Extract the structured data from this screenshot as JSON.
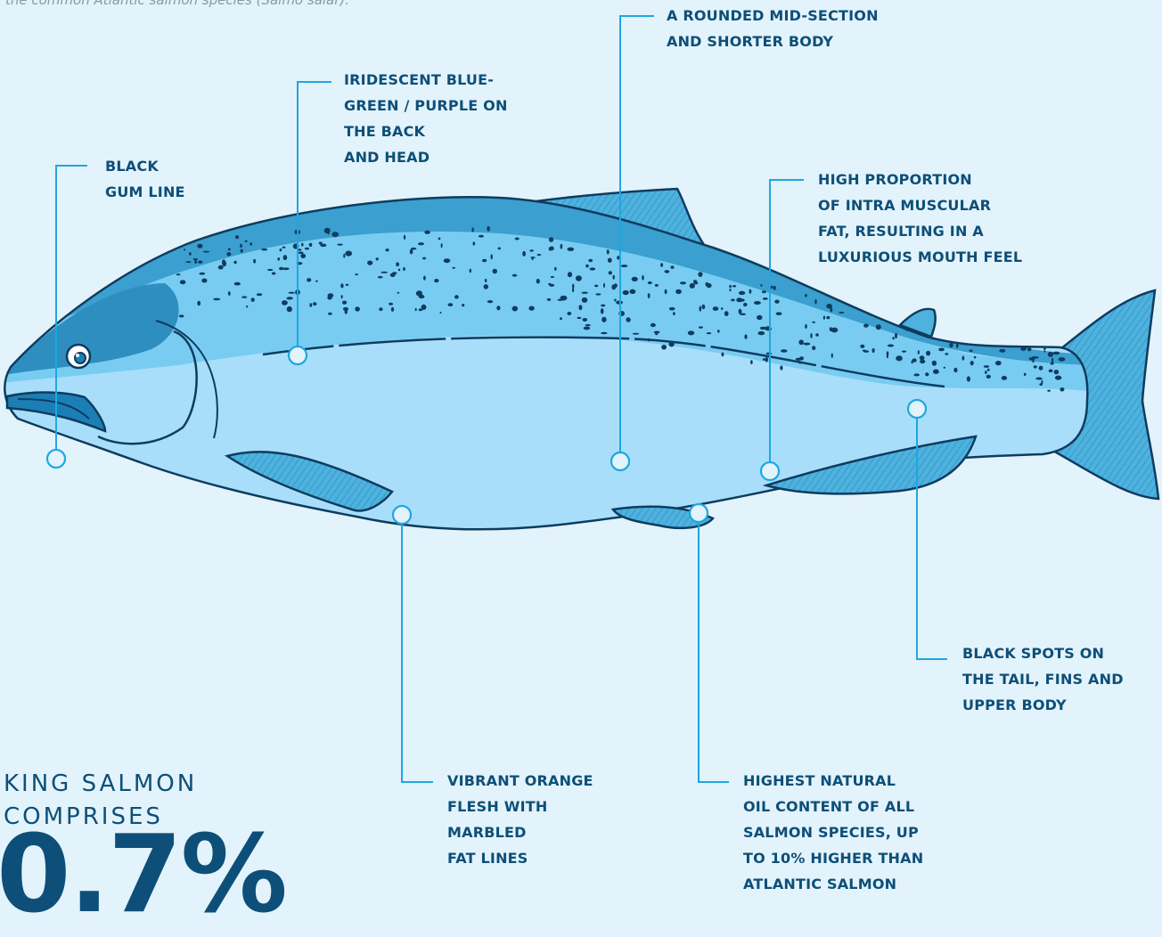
{
  "intro_text": "the common Atlantic salmon species (Salmo salar).",
  "callouts": [
    {
      "id": "gum",
      "text": "BLACK\nGUM LINE"
    },
    {
      "id": "iridescent",
      "text": "IRIDESCENT BLUE-\nGREEN / PURPLE ON\nTHE BACK\nAND HEAD"
    },
    {
      "id": "midsection",
      "text": "A ROUNDED MID-SECTION\nAND SHORTER BODY"
    },
    {
      "id": "fat",
      "text": "HIGH PROPORTION\nOF INTRA MUSCULAR\nFAT, RESULTING IN A\nLUXURIOUS MOUTH FEEL"
    },
    {
      "id": "spots",
      "text": "BLACK SPOTS ON\nTHE TAIL, FINS AND\nUPPER BODY"
    },
    {
      "id": "flesh",
      "text": "VIBRANT ORANGE\nFLESH WITH\nMARBLED\nFAT LINES"
    },
    {
      "id": "oil",
      "text": "HIGHEST NATURAL\nOIL CONTENT OF ALL\nSALMON SPECIES, UP\nTO 10% HIGHER THAN\nATLANTIC SALMON"
    }
  ],
  "stat": {
    "heading": "KING SALMON\nCOMPRISES",
    "value": "0.7%"
  },
  "colors": {
    "background": "#e3f3fb",
    "text": "#0d4f78",
    "leader": "#1ea7e1",
    "outline": "#0e3c5f",
    "body_light": "#a9defa",
    "body_mid": "#79ccf1",
    "back": "#3b9fcf",
    "fin": "#4eb2df"
  }
}
